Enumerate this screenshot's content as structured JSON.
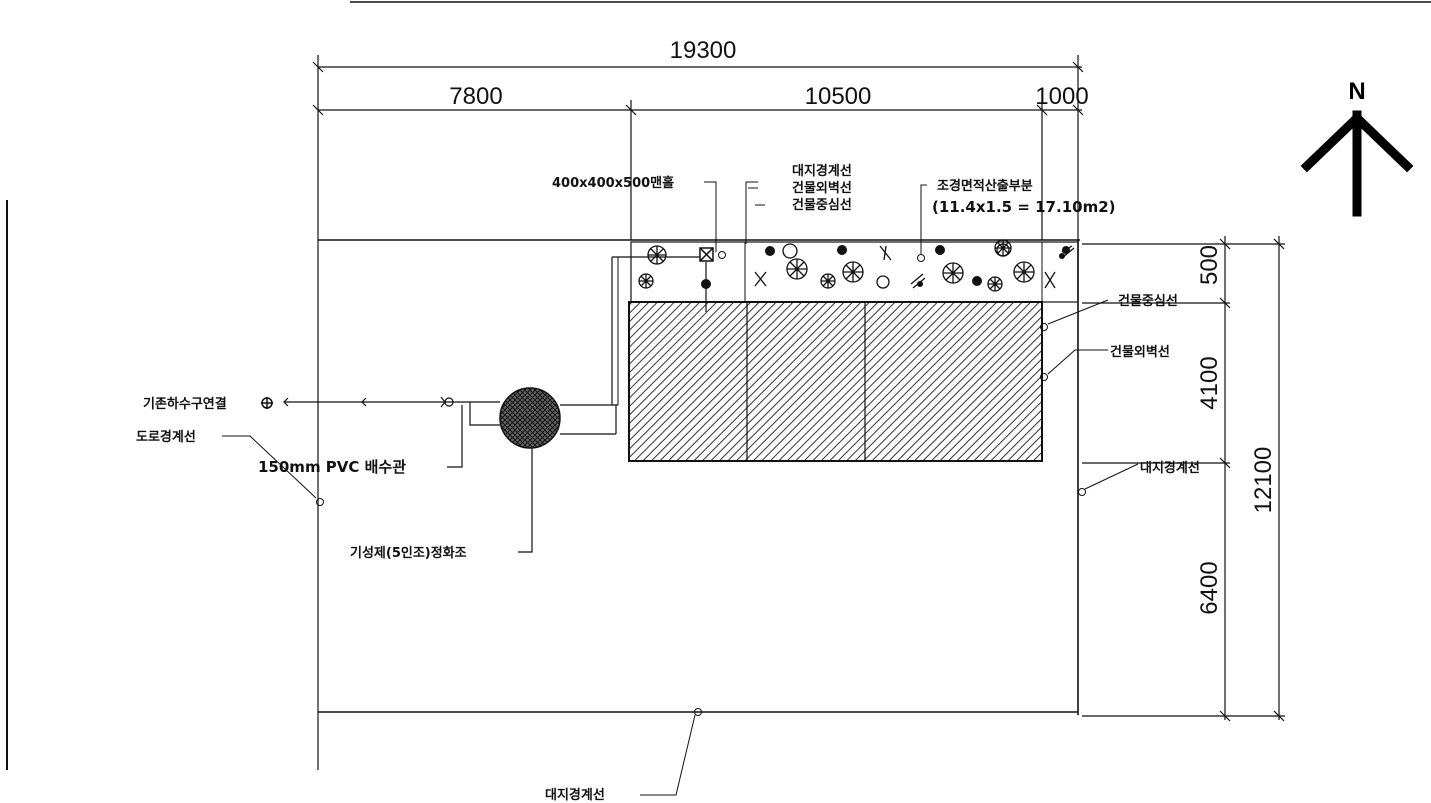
{
  "dimensions": {
    "total_width": "19300",
    "seg_left": "7800",
    "seg_mid": "10500",
    "seg_right": "1000",
    "total_depth": "12100",
    "depth_top": "500",
    "depth_mid": "4100",
    "depth_bottom": "6400"
  },
  "north": {
    "label": "N"
  },
  "labels": {
    "manhole": "400x400x500맨홀",
    "boundary_top_1": "대지경계선",
    "wall_line_top": "건물외벽선",
    "center_line_top": "건물중심선",
    "landscape_title": "조경면적산출부분",
    "landscape_calc": "(11.4x1.5 = 17.10m2)",
    "center_line_right": "건물중심선",
    "wall_line_right": "건물외벽선",
    "boundary_right": "대지경계선",
    "sewer": "기존하수구연결",
    "road_line": "도로경계선",
    "pvc_pipe": "150mm PVC 배수관",
    "septic": "기성제(5인조)정화조",
    "boundary_bottom": "대지경계선"
  },
  "colors": {
    "line": "#111111",
    "background": "#ffffff"
  }
}
